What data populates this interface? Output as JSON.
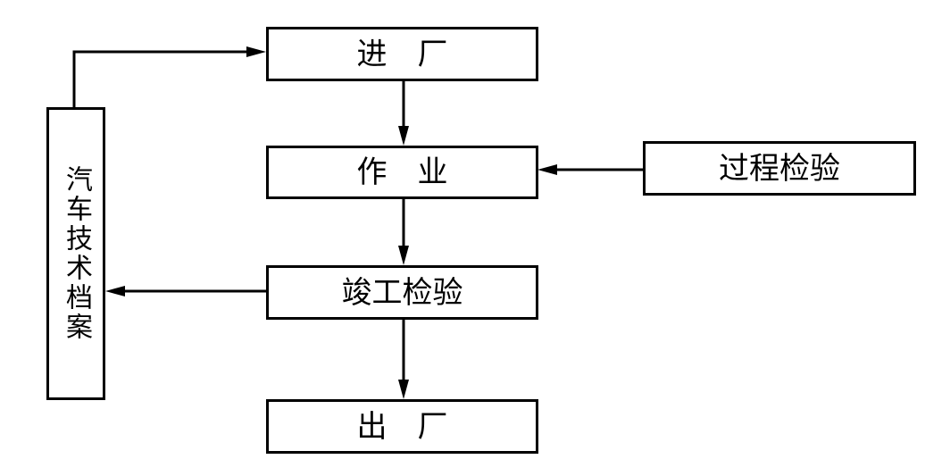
{
  "diagram": {
    "type": "flowchart",
    "background_color": "#ffffff",
    "line_color": "#000000",
    "box_fill_color": "#ffffff",
    "nodes": {
      "enter_factory": {
        "label": "进　厂",
        "orientation": "horizontal"
      },
      "operation": {
        "label": "作　业",
        "orientation": "horizontal"
      },
      "process_inspection": {
        "label": "过程检验",
        "orientation": "horizontal"
      },
      "completion_inspection": {
        "label": "竣工检验",
        "orientation": "horizontal"
      },
      "exit_factory": {
        "label": "出　厂",
        "orientation": "horizontal"
      },
      "vehicle_archive": {
        "label": "汽车技术档案",
        "orientation": "vertical"
      }
    },
    "edges": [
      {
        "from": "vehicle_archive",
        "to": "enter_factory",
        "route": "up-then-right"
      },
      {
        "from": "enter_factory",
        "to": "operation",
        "route": "down"
      },
      {
        "from": "process_inspection",
        "to": "operation",
        "route": "left"
      },
      {
        "from": "operation",
        "to": "completion_inspection",
        "route": "down"
      },
      {
        "from": "completion_inspection",
        "to": "vehicle_archive",
        "route": "left"
      },
      {
        "from": "completion_inspection",
        "to": "exit_factory",
        "route": "down"
      }
    ]
  }
}
